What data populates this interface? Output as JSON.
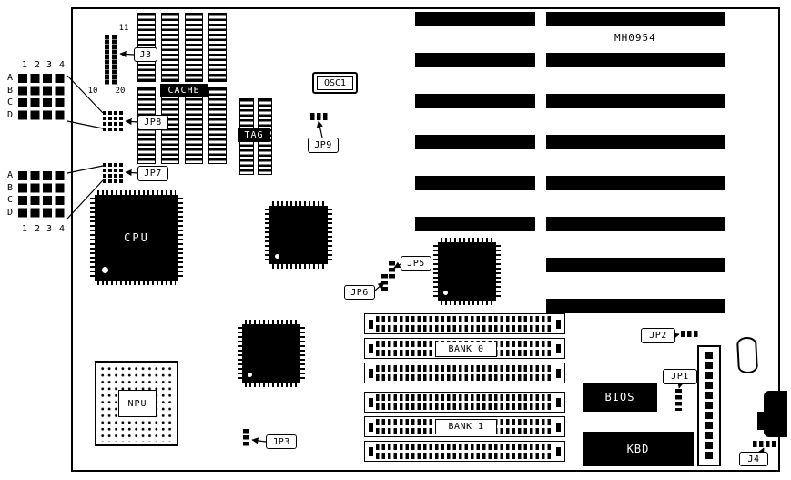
{
  "board": {
    "part_number": "MH0954"
  },
  "components": {
    "cache": {
      "label": "CACHE"
    },
    "tag": {
      "label": "TAG"
    },
    "cpu": {
      "label": "CPU"
    },
    "npu": {
      "label": "NPU"
    },
    "osc1": {
      "label": "OSC1"
    },
    "bios": {
      "label": "BIOS"
    },
    "kbd": {
      "label": "KBD"
    },
    "bank0": {
      "label": "BANK 0"
    },
    "bank1": {
      "label": "BANK 1"
    }
  },
  "jumpers": {
    "j3": {
      "label": "J3",
      "pin_top": "11",
      "pin_bottom_left": "10",
      "pin_bottom_right": "20"
    },
    "j4": {
      "label": "J4"
    },
    "jp1": {
      "label": "JP1"
    },
    "jp2": {
      "label": "JP2"
    },
    "jp3": {
      "label": "JP3"
    },
    "jp5": {
      "label": "JP5"
    },
    "jp6": {
      "label": "JP6"
    },
    "jp7": {
      "label": "JP7"
    },
    "jp8": {
      "label": "JP8"
    },
    "jp9": {
      "label": "JP9"
    }
  },
  "pinout_detail": {
    "rows": [
      "A",
      "B",
      "C",
      "D"
    ],
    "cols": [
      "1",
      "2",
      "3",
      "4"
    ]
  }
}
